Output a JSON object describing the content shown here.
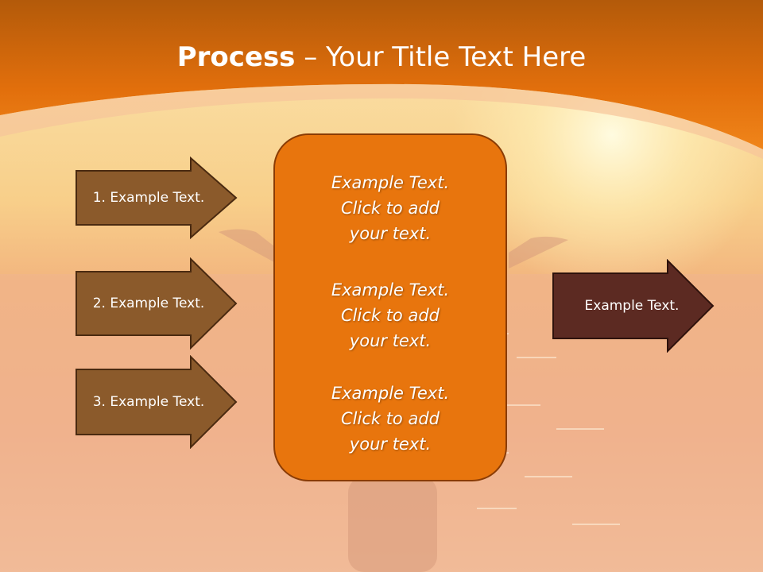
{
  "slide": {
    "title_bold": "Process",
    "title_rest": " – Your Title Text Here"
  },
  "left_arrows": [
    {
      "label": "1. Example Text."
    },
    {
      "label": "2. Example Text."
    },
    {
      "label": "3. Example Text."
    }
  ],
  "center_box": {
    "items": [
      {
        "line1": "Example Text.",
        "line2": "Click  to add",
        "line3": "your text."
      },
      {
        "line1": "Example Text.",
        "line2": "Click  to add",
        "line3": "your text."
      },
      {
        "line1": "Example Text.",
        "line2": "Click  to add",
        "line3": "your text."
      }
    ]
  },
  "right_arrow": {
    "label": "Example Text."
  },
  "colors": {
    "header": "#e87810",
    "left_arrow_fill": "#8b5a2b",
    "right_arrow_fill": "#5c2a22",
    "center_box_fill": "#e8750d"
  }
}
